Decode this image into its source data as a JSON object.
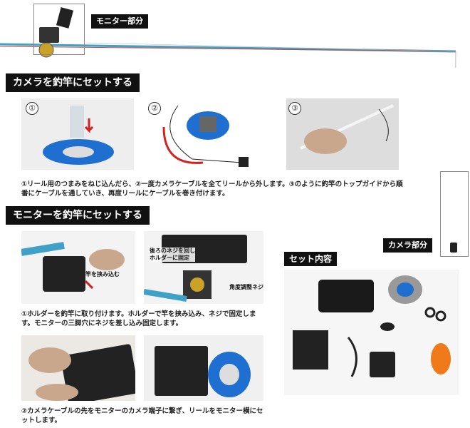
{
  "header": {
    "monitor_label": "モニター部分",
    "camera_label": "カメラ部分"
  },
  "section1": {
    "title": "カメラを釣竿にセットする",
    "steps": [
      "①",
      "②",
      "③"
    ],
    "caption": "①リール用のつまみをねじ込んだら、②一度カメラケーブルを全てリールから外します。③のように釣竿のトップガイドから順番にケーブルを通していき、再度リールにケーブルを巻き付けます。"
  },
  "section2": {
    "title": "モニターを釣竿にセットする",
    "photo_labels": {
      "rod_clamp": "竿を挟み込む",
      "screw_note": "後ろのネジを回し\nホルダーに固定",
      "angle_screw": "角度調整ネジ"
    },
    "caption1": "①ホルダーを釣竿に取り付けます。ホルダーで竿を挟み込み、ネジで固定します。モニターの三脚穴にネジを差し込み固定します。",
    "caption2": "②カメラケーブルの先をモニターのカメラ端子に繋ぎ、リールをモニター横にセットします。"
  },
  "set_contents": {
    "title": "セット内容"
  },
  "colors": {
    "rod": "#3fa0c8",
    "accent_red": "#d62020",
    "black": "#111111"
  }
}
